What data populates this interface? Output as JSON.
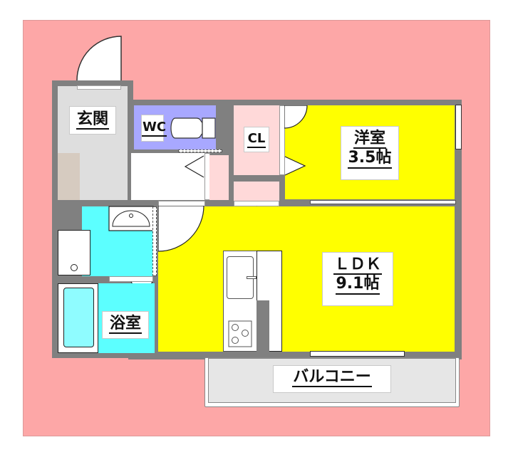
{
  "floorplan": {
    "rooms": {
      "genkan": {
        "label": "玄関"
      },
      "wc": {
        "label": "WC"
      },
      "closet": {
        "label": "CL"
      },
      "western_room": {
        "label": "洋室",
        "size": "3.5帖"
      },
      "ldk": {
        "label": "ＬＤＫ",
        "size": "9.1帖"
      },
      "bath": {
        "label": "浴室"
      },
      "balcony": {
        "label": "バルコニー"
      }
    },
    "colors": {
      "background": "#fda7a7",
      "wall": "#808080",
      "genkan": "#dedede",
      "wc": "#a8a8ff",
      "closet": "#ffd9d9",
      "living": "#ffff00",
      "bath": "#5cffff",
      "balcony": "#e6e6e6"
    }
  }
}
